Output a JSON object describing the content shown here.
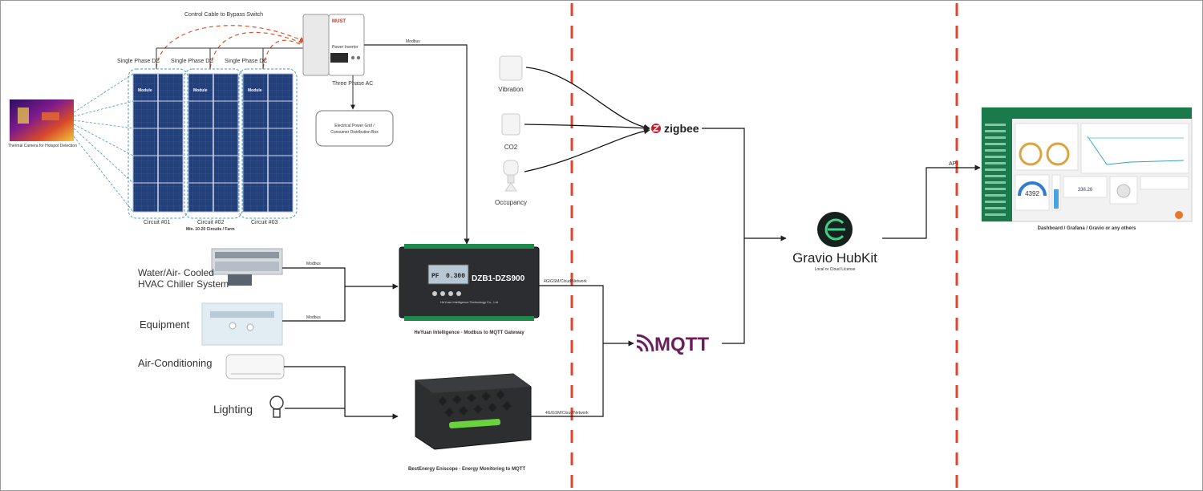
{
  "solar": {
    "control_cable": "Control Cable to Bypass Switch",
    "phase_labels": [
      "Single Phase DC",
      "Single Phase DC",
      "Single Phase DC"
    ],
    "circuits": [
      "Circuit #01",
      "Circuit #02",
      "Circuit #03"
    ],
    "min_circuits": "Min. 10-20 Circuits / Farm",
    "module_label": "Module",
    "thermal_caption": "Thermal Camera for Hotspot Detection",
    "inverter_brand": "MUST",
    "inverter_label": "Power Inverter",
    "three_phase": "Three Phase AC",
    "grid_box": [
      "Electrical Power Grid /",
      "Consumer Distribution Box"
    ],
    "modbus_top": "Modbus"
  },
  "sensors": {
    "items": [
      "Vibration",
      "CO2",
      "Occupancy"
    ],
    "zigbee": "zigbee"
  },
  "gateway": {
    "screen_a": "PF",
    "screen_b": "0.300",
    "model": "DZB1-DZS900",
    "maker": "HeYuan Intelligence Technology Co., Ltd",
    "caption": "HeYuan Intelligence - Modbus to MQTT Gateway",
    "network_label": "4G/GSM/Cloud/Network"
  },
  "equipment": {
    "hvac": [
      "Water/Air- Cooled",
      "HVAC Chiller System"
    ],
    "equipment": "Equipment",
    "ac": "Air-Conditioning",
    "lighting": "Lighting",
    "modbus_hvac": "Modbus",
    "modbus_equipment": "Modbus"
  },
  "eniscope": {
    "caption": "BestEnergy Eniscope - Energy Monitoring to MQTT",
    "network_label": "4G/GSM/Cloud/Network"
  },
  "mqtt": {
    "label": "MQTT"
  },
  "hub": {
    "title": "Gravio HubKit",
    "subtitle": "Local or Cloud License"
  },
  "dashboard": {
    "api": "API",
    "caption": "Dashboard / Grafana / Gravio or any others",
    "gauge_value": "4392",
    "card_value": "338.26"
  },
  "colors": {
    "divider": "#e0452b",
    "mqtt": "#6b1d5c",
    "dashboard_green": "#1b7a4b",
    "panel_blue": "#1f3f76",
    "hub_dark": "#16211d"
  }
}
